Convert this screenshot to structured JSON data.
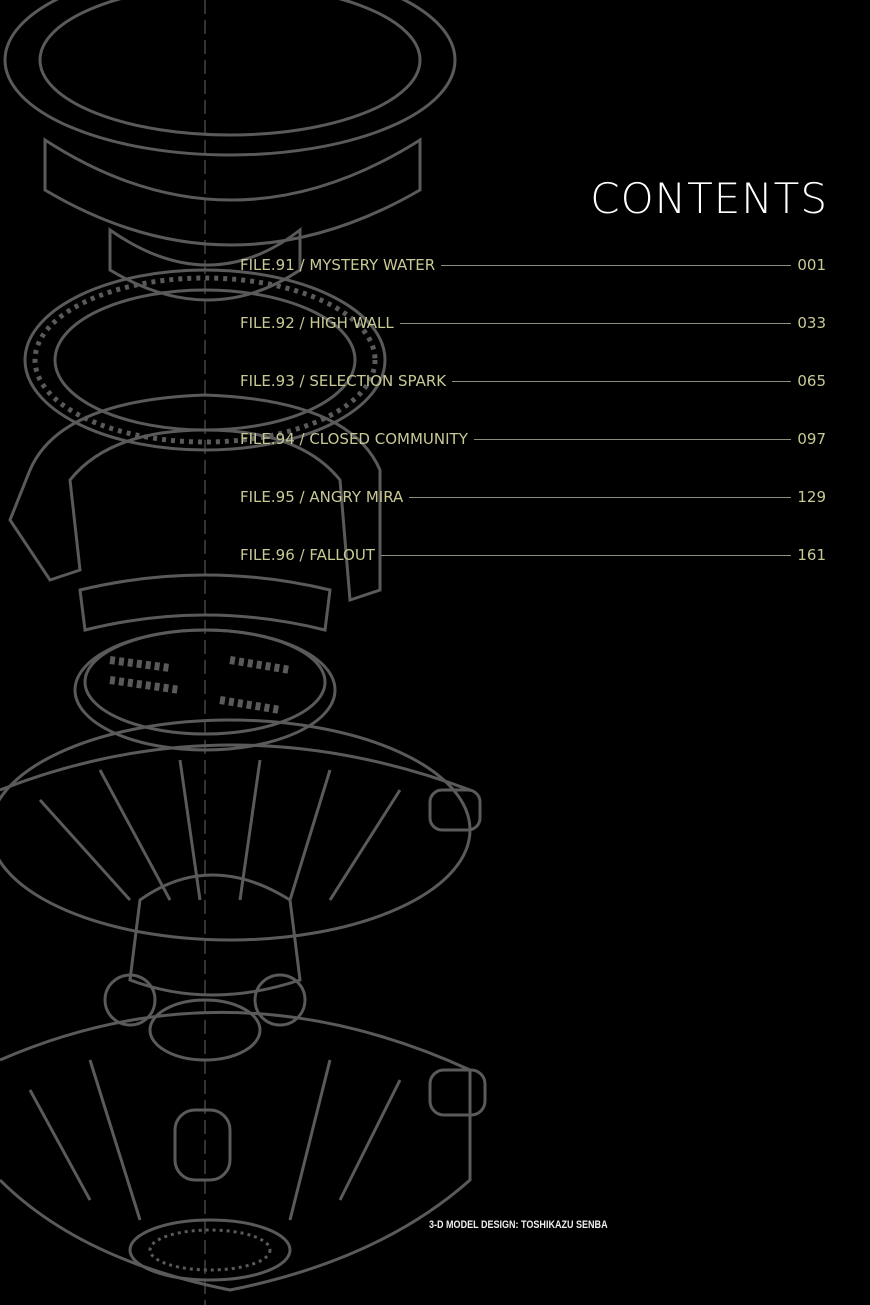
{
  "title": "CONTENTS",
  "entries": [
    {
      "label": "FILE.91 / MYSTERY WATER",
      "page": "001"
    },
    {
      "label": "FILE.92 / HIGH WALL",
      "page": "033"
    },
    {
      "label": "FILE.93 / SELECTION SPARK",
      "page": "065"
    },
    {
      "label": "FILE.94 / CLOSED COMMUNITY",
      "page": "097"
    },
    {
      "label": "FILE.95 / ANGRY MIRA",
      "page": "129"
    },
    {
      "label": "FILE.96 / FALLOUT",
      "page": "161"
    }
  ],
  "credit": "3-D MODEL DESIGN: TOSHIKAZU SENBA",
  "colors": {
    "background": "#000000",
    "title": "#ffffff",
    "entry": "#c9c996",
    "rule": "#8d8d7e",
    "lineart": "#5a5a5a"
  }
}
